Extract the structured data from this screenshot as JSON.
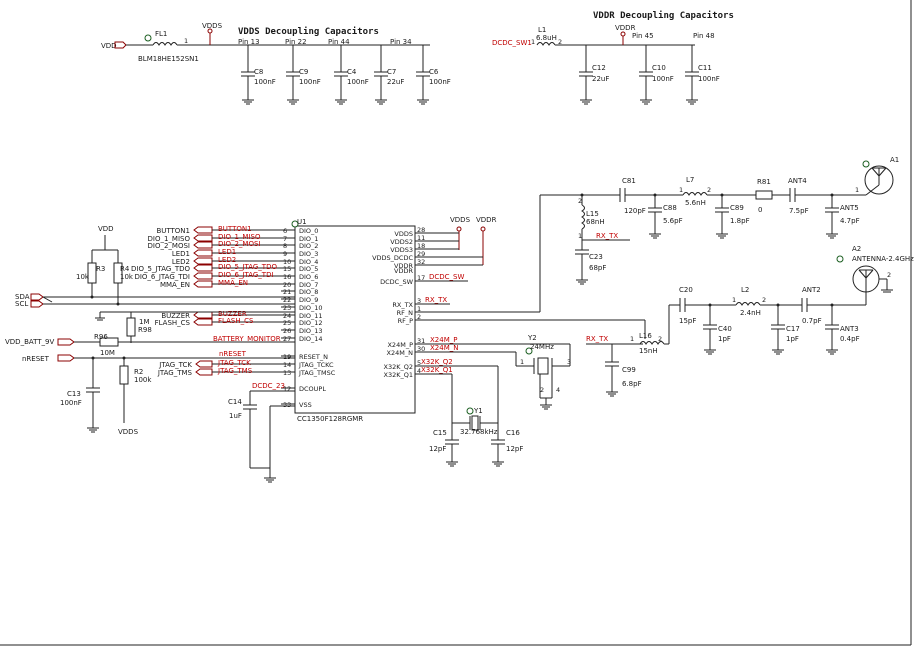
{
  "headings": {
    "vdds_decoupling": "VDDS Decoupling Capacitors",
    "vddr_decoupling": "VDDR Decoupling Capacitors"
  },
  "pin_labels": {
    "p13": "Pin 13",
    "p22": "Pin 22",
    "p44": "Pin 44",
    "p34": "Pin 34",
    "p45": "Pin 45",
    "p48": "Pin 48"
  },
  "nets": {
    "vdd": "VDD",
    "vdds": "VDDS",
    "vddr": "VDDR",
    "dcdc_sw1": "DCDC_SW1",
    "vdd_batt": "VDD_BATT_9V",
    "nreset": "nRESET",
    "sda": "SDA",
    "scl": "SCL",
    "rx_tx": "RX_TX",
    "dcdc_sw": "DCDC_SW",
    "dcoupl": "DCOUPL",
    "x24m_p": "X24M_P",
    "x24m_n": "X24M_N",
    "x32k_q2": "X32K_Q2",
    "x32k_q1": "X32K_Q1",
    "dcdc_23": "DCDC_23"
  },
  "ferrite": {
    "ref": "FL1",
    "part": "BLM18HE152SN1",
    "pin": "1"
  },
  "inductor_l1": {
    "ref": "L1",
    "value": "6.8uH",
    "pin": "2"
  },
  "vdds_caps": [
    {
      "ref": "C8",
      "value": "100nF"
    },
    {
      "ref": "C9",
      "value": "100nF"
    },
    {
      "ref": "C4",
      "value": "100nF"
    },
    {
      "ref": "C7",
      "value": "22uF"
    },
    {
      "ref": "C6",
      "value": "100nF"
    }
  ],
  "vddr_caps": [
    {
      "ref": "C12",
      "value": "22uF"
    },
    {
      "ref": "C10",
      "value": "100nF"
    },
    {
      "ref": "C11",
      "value": "100nF"
    }
  ],
  "ic": {
    "ref": "U1",
    "part": "CC1350F128RGMR",
    "left_pins": [
      {
        "num": "6",
        "name": "DIO_0",
        "net": "BUTTON1"
      },
      {
        "num": "7",
        "name": "DIO_1",
        "net": "DIO_1_MISO"
      },
      {
        "num": "8",
        "name": "DIO_2",
        "net": "DIO_2_MOSI"
      },
      {
        "num": "9",
        "name": "DIO_3",
        "net": "LED1"
      },
      {
        "num": "10",
        "name": "DIO_4",
        "net": "LED2"
      },
      {
        "num": "15",
        "name": "DIO_5",
        "net": "DIO_5_JTAG_TDO"
      },
      {
        "num": "16",
        "name": "DIO_6",
        "net": "DIO_6_JTAG_TDI"
      },
      {
        "num": "20",
        "name": "DIO_7",
        "net": "MMA_EN"
      },
      {
        "num": "21",
        "name": "DIO_8",
        "net": "SDA"
      },
      {
        "num": "22",
        "name": "DIO_9",
        "net": "SCL"
      },
      {
        "num": "23",
        "name": "DIO_10",
        "net": ""
      },
      {
        "num": "24",
        "name": "DIO_11",
        "net": "BUZZER"
      },
      {
        "num": "25",
        "name": "DIO_12",
        "net": "FLASH_CS"
      },
      {
        "num": "26",
        "name": "DIO_13",
        "net": ""
      },
      {
        "num": "27",
        "name": "DIO_14",
        "net": "BATTERY_MONITOR"
      },
      {
        "num": "19",
        "name": "RESET_N",
        "net": "nRESET"
      },
      {
        "num": "14",
        "name": "JTAG_TCKC",
        "net": "JTAG_TCK"
      },
      {
        "num": "13",
        "name": "JTAG_TMSC",
        "net": "JTAG_TMS"
      },
      {
        "num": "12",
        "name": "DCOUPL",
        "net": "DCDC_23"
      },
      {
        "num": "33",
        "name": "VSS",
        "net": ""
      }
    ],
    "right_pins": [
      {
        "num": "28",
        "name": "VDDS"
      },
      {
        "num": "11",
        "name": "VDDS2"
      },
      {
        "num": "18",
        "name": "VDDS3"
      },
      {
        "num": "29",
        "name": "VDDS_DCDC"
      },
      {
        "num": "32",
        "name": "VDDR"
      },
      {
        "num": "",
        "name": "VDDR"
      },
      {
        "num": "17",
        "name": "DCDC_SW"
      },
      {
        "num": "3",
        "name": "RX_TX"
      },
      {
        "num": "1",
        "name": "RF_N"
      },
      {
        "num": "2",
        "name": "RF_P"
      },
      {
        "num": "31",
        "name": "X24M_P"
      },
      {
        "num": "30",
        "name": "X24M_N"
      },
      {
        "num": "5",
        "name": "X32K_Q2"
      },
      {
        "num": "4",
        "name": "X32K_Q1"
      }
    ]
  },
  "left_nets": {
    "button1": "BUTTON1",
    "dio1": "DIO_1_MISO",
    "dio2": "DIO_2_MOSI",
    "led1": "LED1",
    "led2": "LED2",
    "dio5": "DIO_5_JTAG_TDO",
    "dio6": "DIO_6_JTAG_TDI",
    "mma": "MMA_EN",
    "buzzer": "BUZZER",
    "flash": "FLASH_CS",
    "batt": "BATTERY_MONITOR",
    "jtck": "JTAG_TCK",
    "jtms": "JTAG_TMS"
  },
  "passives": {
    "r3": {
      "ref": "R3",
      "value": "10k"
    },
    "r4": {
      "ref": "R4",
      "value": "10k"
    },
    "r98": {
      "ref": "R98",
      "value": "1M"
    },
    "r96": {
      "ref": "R96",
      "value": "10M"
    },
    "r2": {
      "ref": "R2",
      "value": "100k"
    },
    "c13": {
      "ref": "C13",
      "value": "100nF"
    },
    "c14": {
      "ref": "C14",
      "value": "1uF"
    },
    "y2": {
      "ref": "Y2",
      "value": "24MHz"
    },
    "y1": {
      "ref": "Y1",
      "value": "32.768kHz"
    },
    "c15": {
      "ref": "C15",
      "value": "12pF"
    },
    "c16": {
      "ref": "C16",
      "value": "12pF"
    }
  },
  "rf_top": {
    "c81": {
      "ref": "C81",
      "value": "120pF"
    },
    "l7": {
      "ref": "L7",
      "value": "5.6nH"
    },
    "r81": {
      "ref": "R81",
      "value": "0"
    },
    "ant4": {
      "ref": "ANT4",
      "value": "7.5pF"
    },
    "c88": {
      "ref": "C88",
      "value": "5.6pF"
    },
    "c89": {
      "ref": "C89",
      "value": "1.8pF"
    },
    "ant5": {
      "ref": "ANT5",
      "value": "4.7pF"
    },
    "l15": {
      "ref": "L15",
      "value": "68nH"
    },
    "c23": {
      "ref": "C23",
      "value": "68pF"
    },
    "a1": {
      "ref": "A1"
    }
  },
  "rf_bottom": {
    "c20": {
      "ref": "C20",
      "value": "15pF"
    },
    "c40": {
      "ref": "C40",
      "value": "1pF"
    },
    "l2": {
      "ref": "L2",
      "value": "2.4nH"
    },
    "c17": {
      "ref": "C17",
      "value": "1pF"
    },
    "ant2": {
      "ref": "ANT2",
      "value": "0.7pF"
    },
    "ant3": {
      "ref": "ANT3",
      "value": "0.4pF"
    },
    "l16": {
      "ref": "L16",
      "value": "15nH"
    },
    "c99": {
      "ref": "C99",
      "value": "6.8pF"
    },
    "a2": {
      "ref": "A2",
      "name": "ANTENNA-2.4GHz"
    }
  }
}
